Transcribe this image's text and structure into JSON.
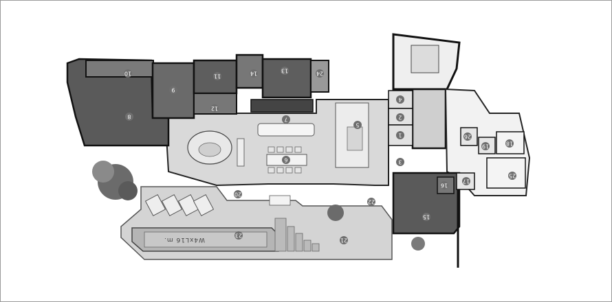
{
  "plan": {
    "pool_label": "W4xL16 m.",
    "colors": {
      "wall": "#111111",
      "wood_floor": "#5a5a5a",
      "living_floor": "#d9d9d9",
      "terrace": "#cfcfcf",
      "pool": "#b9b9b9",
      "tree": "#6b6b6b",
      "marker": "#6e6e6e"
    },
    "room_numbers": [
      "1",
      "2",
      "3",
      "4",
      "5",
      "6",
      "7",
      "8",
      "9",
      "10",
      "11",
      "12",
      "13",
      "14",
      "15",
      "16",
      "17",
      "18",
      "19",
      "20",
      "21",
      "22",
      "23",
      "24",
      "25",
      "26"
    ]
  }
}
